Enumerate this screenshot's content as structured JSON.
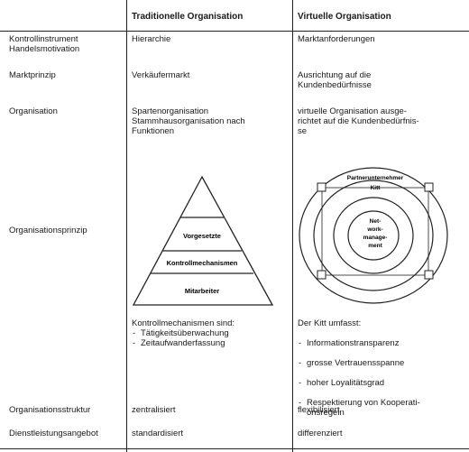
{
  "header": {
    "col2": "Traditionelle Organisation",
    "col3": "Virtuelle Organisation"
  },
  "rows": [
    {
      "label": "Kontrollinstrument\nHandelsmotivation",
      "trad": "Hierarchie",
      "virt": "Marktanforderungen"
    },
    {
      "label": "Marktprinzip",
      "trad": "Verkäufermarkt",
      "virt": "Ausrichtung auf die\nKundenbedürfnisse"
    },
    {
      "label": "Organisation",
      "trad": "Spartenorganisation\nStammhausorganisation nach\nFunktionen",
      "virt": "virtuelle Organisation ausge-\nrichtet auf die Kundenbedürfnis-\nse"
    },
    {
      "label": "Organisationsprinzip"
    },
    {
      "label": "Organisationsstruktur",
      "trad": "zentralisiert",
      "virt": "flexibilisiert"
    },
    {
      "label": "Dienstleistungsangebot",
      "trad": "standardisiert",
      "virt": "differenziert"
    }
  ],
  "pyramid": {
    "top": "Vorgesetzte",
    "middle": "Kontrollmechanismen",
    "bottom": "Mitarbeiter"
  },
  "circles": {
    "outer": "Partnerunternehmer",
    "ring": "Kitt",
    "center_lines": [
      "Net-",
      "work-",
      "manage-",
      "ment"
    ]
  },
  "trad_notes": {
    "heading": "Kontrollmechanismen sind:",
    "items": [
      "Tätigkeitsüberwachung",
      "Zeitaufwanderfassung"
    ]
  },
  "virt_notes": {
    "heading": "Der Kitt umfasst:",
    "items": [
      "Informationstransparenz",
      "grosse Vertrauensspanne",
      "hoher Loyalitätsgrad",
      "Respektierung von Kooperati-\nonsregeln"
    ]
  }
}
